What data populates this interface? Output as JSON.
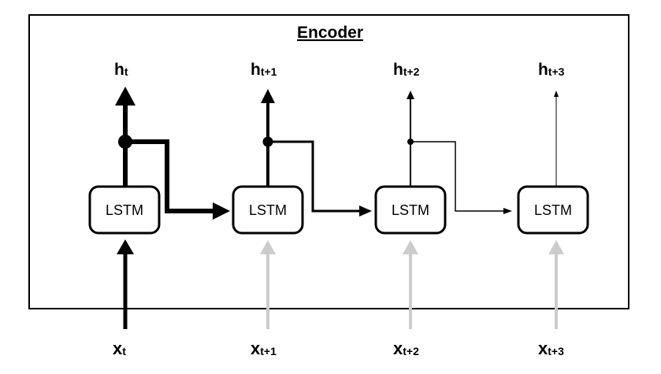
{
  "encoder": {
    "title": "Encoder"
  },
  "cell_label": "LSTM",
  "steps": [
    {
      "h_main": "h",
      "h_sub": "t",
      "x_main": "x",
      "x_sub": "t",
      "weight": "heavy"
    },
    {
      "h_main": "h",
      "h_sub": "t+1",
      "x_main": "x",
      "x_sub": "t+1",
      "weight": "bold"
    },
    {
      "h_main": "h",
      "h_sub": "t+2",
      "x_main": "x",
      "x_sub": "t+2",
      "weight": "medium"
    },
    {
      "h_main": "h",
      "h_sub": "t+3",
      "x_main": "x",
      "x_sub": "t+3",
      "weight": "thin"
    }
  ],
  "colors": {
    "stroke": "#000000",
    "input_inactive": "#cccccc",
    "input_active": "#000000",
    "background": "#ffffff"
  }
}
